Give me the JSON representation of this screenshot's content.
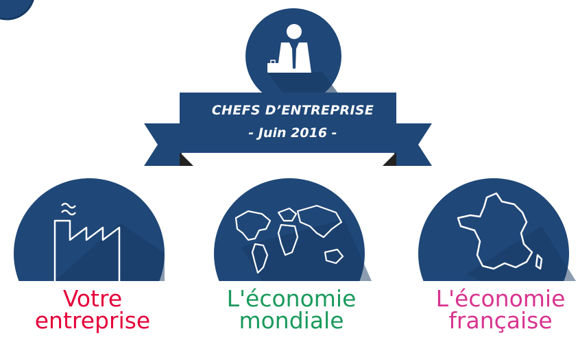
{
  "header": {
    "title": "CHEFS D’ENTREPRISE",
    "subtitle": "- Juin 2016 -"
  },
  "categories": [
    {
      "line1": "Votre",
      "line2": "entreprise",
      "color": "#e4003a",
      "icon": "factory-icon"
    },
    {
      "line1": "L'économie",
      "line2": "mondiale",
      "color": "#1a9a5c",
      "icon": "world-map-icon"
    },
    {
      "line1": "L'économie",
      "line2": "française",
      "color": "#d8338f",
      "icon": "france-map-icon"
    }
  ],
  "colors": {
    "navy": "#1f4778",
    "navy_shadow": "#173a63",
    "ribbon_fold": "#222222"
  }
}
